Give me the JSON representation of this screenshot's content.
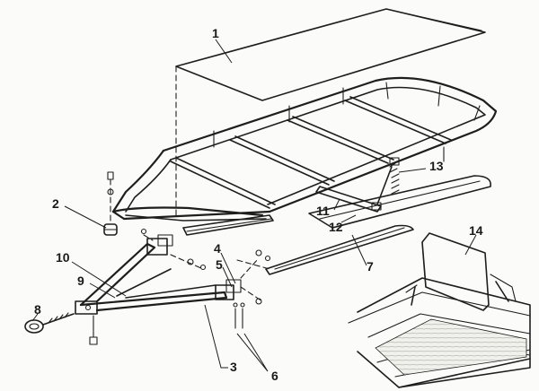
{
  "callouts": [
    {
      "id": "c1",
      "label": "1"
    },
    {
      "id": "c2",
      "label": "2"
    },
    {
      "id": "c3",
      "label": "3"
    },
    {
      "id": "c4",
      "label": "4"
    },
    {
      "id": "c5",
      "label": "5"
    },
    {
      "id": "c6",
      "label": "6"
    },
    {
      "id": "c7",
      "label": "7"
    },
    {
      "id": "c8",
      "label": "8"
    },
    {
      "id": "c9",
      "label": "9"
    },
    {
      "id": "c10",
      "label": "10"
    },
    {
      "id": "c11",
      "label": "11"
    },
    {
      "id": "c12",
      "label": "12"
    },
    {
      "id": "c13",
      "label": "13"
    },
    {
      "id": "c14",
      "label": "14"
    }
  ],
  "colors": {
    "ink": "#1e1e1e",
    "paper": "#fbfbf9",
    "cover": "#ffffff"
  }
}
